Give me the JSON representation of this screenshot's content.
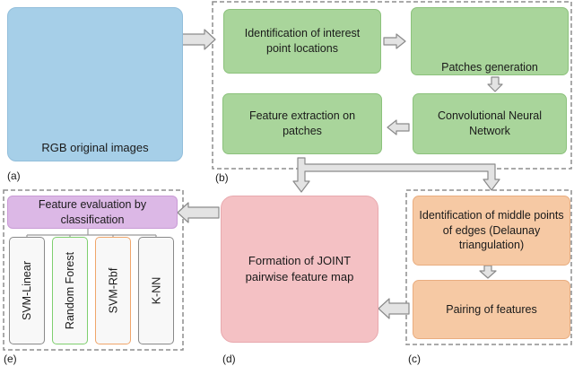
{
  "panel_a": {
    "caption": "RGB original images",
    "tag": "(a)",
    "bg": "#a6cfe8"
  },
  "panel_b": {
    "tag": "(b)",
    "identification": "Identification of interest point locations",
    "patches": "Patches generation",
    "cnn": "Convolutional Neural Network",
    "feature_extraction": "Feature extraction on patches"
  },
  "panel_c": {
    "tag": "(c)",
    "middle_points": "Identification of middle points of edges (Delaunay triangulation)",
    "pairing": "Pairing of features"
  },
  "panel_d": {
    "tag": "(d)",
    "joint_map": "Formation of JOINT pairwise feature map"
  },
  "panel_e": {
    "tag": "(e)",
    "evaluation": "Feature evaluation by classification",
    "classifiers": [
      {
        "label": "SVM-Linear",
        "color": "#8a8a8a"
      },
      {
        "label": "Random Forest",
        "color": "#7fcf6f"
      },
      {
        "label": "SVM-Rbf",
        "color": "#f0a66b"
      },
      {
        "label": "K-NN",
        "color": "#8a8a8a"
      }
    ]
  }
}
